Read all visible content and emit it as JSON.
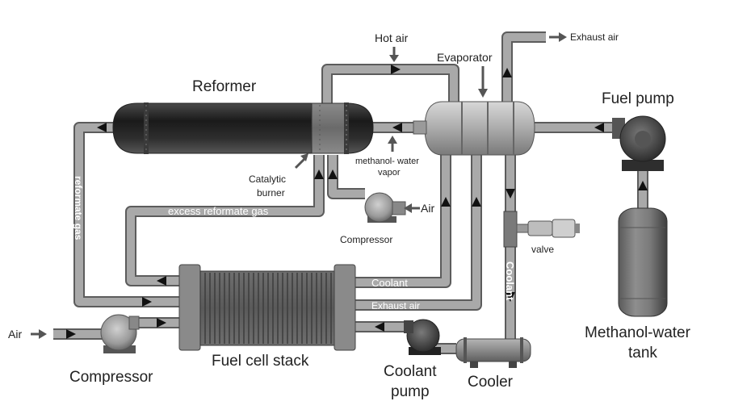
{
  "labels": {
    "reformer": "Reformer",
    "hot_air": "Hot air",
    "evaporator": "Evaporator",
    "exhaust_air_top": "Exhaust air",
    "fuel_pump": "Fuel pump",
    "catalytic_burner_1": "Catalytic",
    "catalytic_burner_2": "burner",
    "methanol_vapor_1": "methanol- water",
    "methanol_vapor_2": "vapor",
    "reformate_gas": "reformate gas",
    "excess_reformate_gas": "excess reformate gas",
    "air_compressor_top": "Air",
    "compressor_top": "Compressor",
    "valve": "valve",
    "coolant_vertical": "Coolant",
    "coolant_h": "Coolant",
    "exhaust_air_h": "Exhaust air",
    "air_left": "Air",
    "compressor_left": "Compressor",
    "fuel_cell_stack": "Fuel cell stack",
    "coolant_pump_1": "Coolant",
    "coolant_pump_2": "pump",
    "cooler": "Cooler",
    "tank_1": "Methanol-water",
    "tank_2": "tank"
  },
  "colors": {
    "pipe_outline": "#5c5c5c",
    "pipe_fill": "#a9a9a9",
    "reformer_dark": "#2a2a2a",
    "equipment_gray": "#8c8c8c",
    "arrow": "#111111"
  }
}
